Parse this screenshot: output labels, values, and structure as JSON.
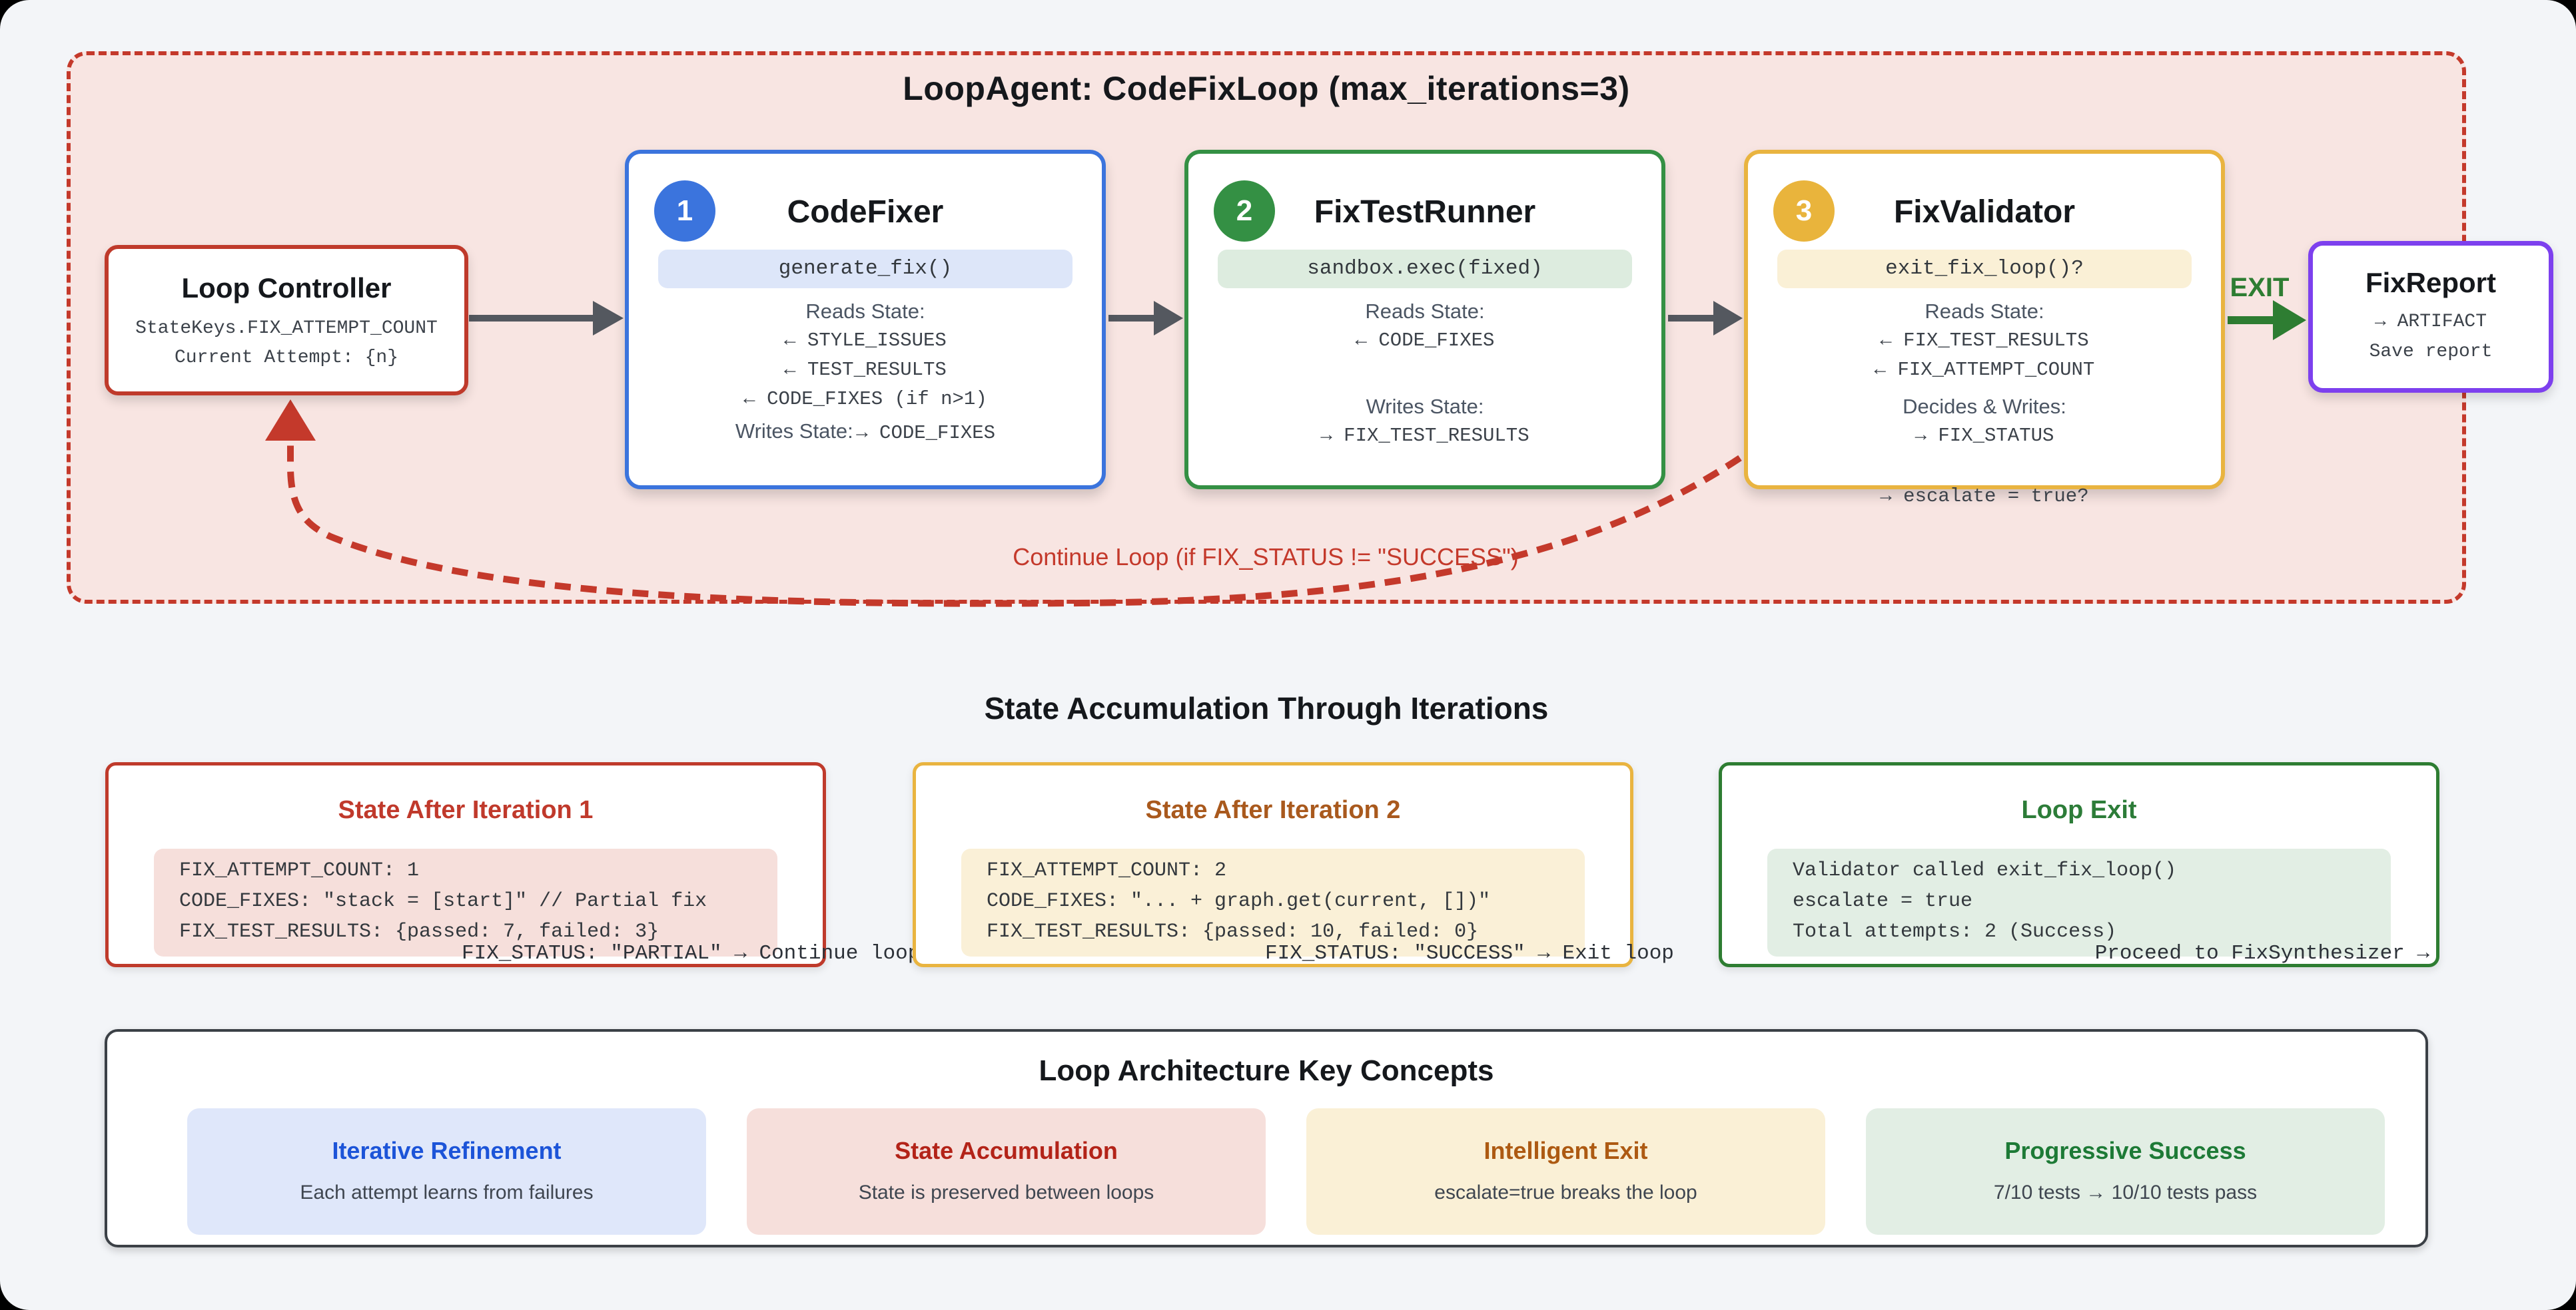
{
  "loop": {
    "title": "LoopAgent: CodeFixLoop (max_iterations=3)",
    "controller": {
      "title": "Loop Controller",
      "line1": "StateKeys.FIX_ATTEMPT_COUNT",
      "line2": "Current Attempt: {n}"
    },
    "code_fixer": {
      "number": "1",
      "title": "CodeFixer",
      "pill": "generate_fix()",
      "reads_label": "Reads State:",
      "reads": [
        "← STYLE_ISSUES",
        "← TEST_RESULTS",
        "← CODE_FIXES (if n>1)"
      ],
      "writes_label": "Writes State:",
      "writes_value": "→ CODE_FIXES"
    },
    "test_runner": {
      "number": "2",
      "title": "FixTestRunner",
      "pill": "sandbox.exec(fixed)",
      "reads_label": "Reads State:",
      "reads": [
        "← CODE_FIXES"
      ],
      "writes_label": "Writes State:",
      "writes": [
        "→ FIX_TEST_RESULTS"
      ]
    },
    "validator": {
      "number": "3",
      "title": "FixValidator",
      "pill": "exit_fix_loop()?",
      "reads_label": "Reads State:",
      "reads": [
        "← FIX_TEST_RESULTS",
        "← FIX_ATTEMPT_COUNT"
      ],
      "writes_label": "Decides & Writes:",
      "writes": [
        "→ FIX_STATUS",
        "→ escalate = true?"
      ]
    },
    "exit_label": "EXIT",
    "report": {
      "title": "FixReport",
      "line1": "→ ARTIFACT",
      "line2": "Save report"
    },
    "continue_label": "Continue Loop (if FIX_STATUS != \"SUCCESS\")"
  },
  "state_section": {
    "title": "State Accumulation Through Iterations",
    "iteration1": {
      "title": "State After Iteration 1",
      "lines": [
        "FIX_ATTEMPT_COUNT: 1",
        "CODE_FIXES: \"stack = [start]\" // Partial fix",
        "FIX_TEST_RESULTS: {passed: 7, failed: 3}"
      ],
      "footer": "FIX_STATUS: \"PARTIAL\" → Continue loop"
    },
    "iteration2": {
      "title": "State After Iteration 2",
      "lines": [
        "FIX_ATTEMPT_COUNT: 2",
        "CODE_FIXES: \"... + graph.get(current, [])\"",
        "FIX_TEST_RESULTS: {passed: 10, failed: 0}"
      ],
      "footer": "FIX_STATUS: \"SUCCESS\" → Exit loop"
    },
    "loop_exit": {
      "title": "Loop Exit",
      "lines": [
        "Validator called exit_fix_loop()",
        "escalate = true",
        "Total attempts: 2 (Success)"
      ],
      "footer": "Proceed to FixSynthesizer →"
    }
  },
  "concepts": {
    "title": "Loop Architecture Key Concepts",
    "cards": [
      {
        "title": "Iterative Refinement",
        "text": "Each attempt learns from failures"
      },
      {
        "title": "State Accumulation",
        "text": "State is preserved between loops"
      },
      {
        "title": "Intelligent Exit",
        "text": "escalate=true breaks the loop"
      },
      {
        "title": "Progressive Success",
        "text": "7/10 tests → 10/10 tests pass"
      }
    ]
  },
  "colors": {
    "loop_dash_red": "#c4392b",
    "agent_blue": "#3b74dd",
    "agent_green": "#349044",
    "agent_amber": "#e9b43c",
    "report_purple": "#7d40ee",
    "exit_green": "#2e7d32",
    "flow_arrow_gray": "#54585f"
  }
}
